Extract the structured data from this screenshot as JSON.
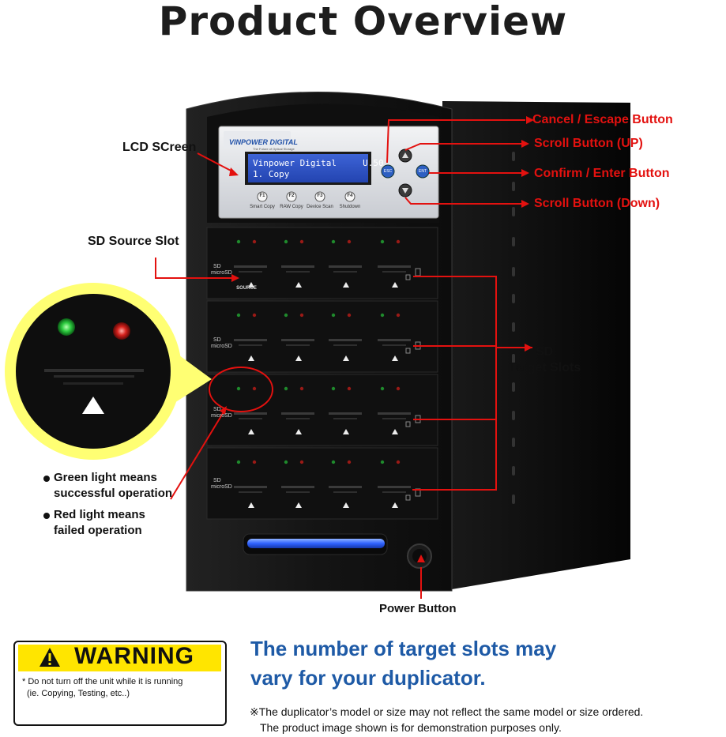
{
  "page": {
    "title": "Product Overview"
  },
  "device": {
    "brand_logo": "VINPOWER DIGITAL",
    "brand_tagline": "The Future of Optical Storage",
    "lcd_line1": "Vinpower Digital     U.50",
    "lcd_line2": "1. Copy",
    "keys": {
      "esc": "ESC",
      "ent": "ENT",
      "f1": "F1",
      "f1_label": "Smart Copy",
      "f2": "F2",
      "f2_label": "RAW Copy",
      "f3": "F3",
      "f3_label": "Device Scan",
      "f4": "F4",
      "f4_label": "Shutdown"
    },
    "slot_label_sd": "SD",
    "slot_label_microsd": "microSD",
    "source_label": "SOURCE"
  },
  "callouts": {
    "lcd_screen": "LCD SCreen",
    "cancel_escape": "Cancel / Escape Button",
    "scroll_up": "Scroll Button (UP)",
    "confirm_enter": "Confirm / Enter Button",
    "scroll_down": "Scroll Button (Down)",
    "sd_source_slot": "SD Source Slot",
    "sd_target_line1": "SD",
    "sd_target_line2": "Target Slots",
    "power_button": "Power Button",
    "green_line1": "Green light means",
    "green_line2": "successful operation",
    "red_line1": "Red light means",
    "red_line2": "failed operation"
  },
  "warning": {
    "title": "WARNING",
    "line1": "* Do not turn off the unit while it is running",
    "line2": "(ie. Copying, Testing, etc..)"
  },
  "notice": {
    "headline1": "The number of target slots may",
    "headline2": "vary for your duplicator.",
    "note1": "※The duplicator’s model or size may not reflect the same model or size ordered.",
    "note2": "The product image shown is for demonstration purposes only."
  },
  "colors": {
    "callout_red": "#e3110f",
    "headline_blue": "#1e5aa6",
    "warning_yellow": "#ffe500",
    "zoom_bg": "#ffff73",
    "led_green": "#2ecc40",
    "led_red": "#d6221d"
  }
}
